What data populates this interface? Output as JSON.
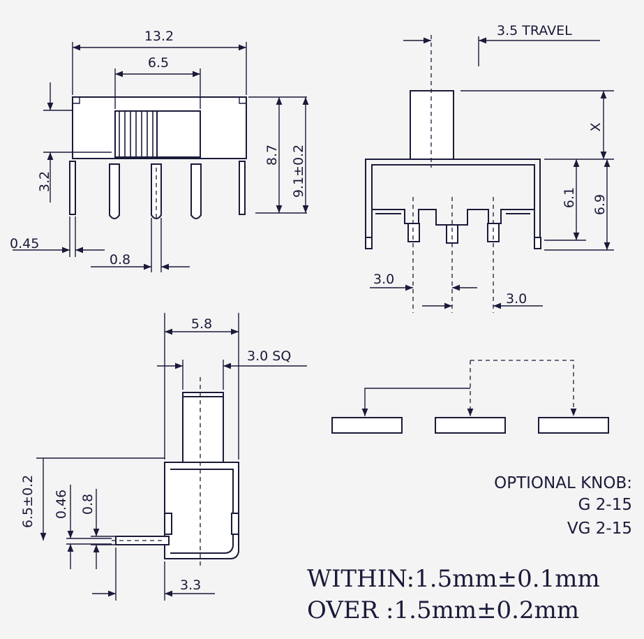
{
  "dimensions": {
    "top_width": "13.2",
    "knob_slot": "6.5",
    "left_height": "3.2",
    "body_height": "8.7",
    "overall_height": "9.1±0.2",
    "pin_thickness": "0.45",
    "pin_width": "0.8",
    "travel": "3.5   TRAVEL",
    "knob_height": "X",
    "side_body": "6.1",
    "side_overall": "6.9",
    "pitch_left": "3.0",
    "pitch_right": "3.0",
    "knob_width": "5.8",
    "knob_square": "3.0 SQ",
    "angle_height": "6.5±0.2",
    "angle_pin_thickness": "0.46",
    "angle_pin_width": "0.8",
    "angle_pin_length": "3.3"
  },
  "optional_knob": {
    "title": "OPTIONAL KNOB:",
    "option_1": "G   2-15",
    "option_2": "VG 2-15"
  },
  "tolerance": {
    "within": "WITHIN:1.5mm±0.1mm",
    "over": "OVER   :1.5mm±0.2mm"
  }
}
